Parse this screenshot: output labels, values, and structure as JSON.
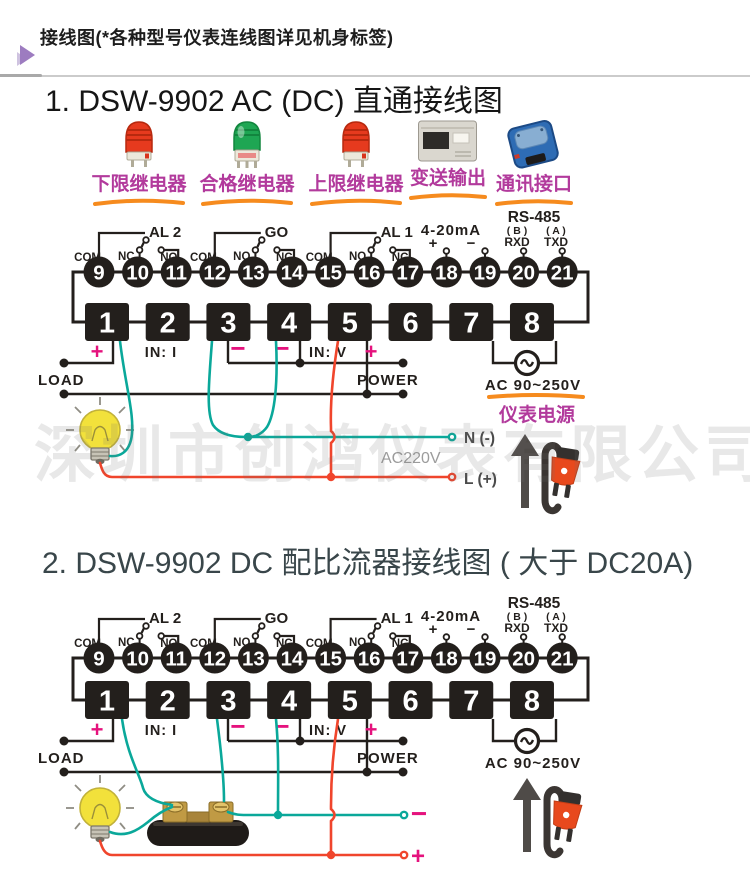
{
  "header": {
    "title": "接线图(*各种型号仪表连线图详见机身标签)"
  },
  "watermark": "深圳市创鸿仪表有限公司",
  "diagram1": {
    "title": "1. DSW-9902   AC (DC) 直通接线图",
    "devices": [
      {
        "label": "下限继电器",
        "icon": "red-beacon"
      },
      {
        "label": "合格继电器",
        "icon": "green-beacon"
      },
      {
        "label": "上限继电器",
        "icon": "red-beacon"
      },
      {
        "label": "变送输出",
        "icon": "transmitter"
      },
      {
        "label": "通讯接口",
        "icon": "comm-module"
      }
    ],
    "load_label": "LOAD",
    "power_label": "POWER",
    "mains": {
      "neutral": "N (-)",
      "voltage": "AC220V",
      "live": "L (+)"
    },
    "psu": {
      "range": "AC 90~250V",
      "label": "仪表电源",
      "ac_symbol": "~"
    }
  },
  "diagram2": {
    "title": "2. DSW-9902  DC 配比流器接线图 ( 大于 DC20A)",
    "load_label": "LOAD",
    "power_label": "POWER",
    "shunt_minus": "−",
    "shunt_plus": "+",
    "psu": {
      "range": "AC 90~250V",
      "ac_symbol": "~"
    }
  },
  "terminal_block": {
    "circles": [
      "9",
      "10",
      "11",
      "12",
      "13",
      "14",
      "15",
      "16",
      "17",
      "18",
      "19",
      "20",
      "21"
    ],
    "squares": [
      "1",
      "2",
      "3",
      "4",
      "5",
      "6",
      "7",
      "8"
    ],
    "relays": [
      {
        "title": "AL 2",
        "com": "COM",
        "first": "NC",
        "second": "NO"
      },
      {
        "title": "GO",
        "com": "COM",
        "first": "NO",
        "second": "NC"
      },
      {
        "title": "AL 1",
        "com": "COM",
        "first": "NO",
        "second": "NC"
      }
    ],
    "current_loop": {
      "title": "4-20mA",
      "plus": "+",
      "minus": "−"
    },
    "rs485": {
      "title": "RS-485",
      "b": "( B )",
      "a": "( A )",
      "rxd": "RXD",
      "txd": "TXD"
    },
    "inputs": {
      "plus": "+",
      "minus": "−",
      "in_i": "IN: I",
      "in_v": "IN: V"
    }
  }
}
